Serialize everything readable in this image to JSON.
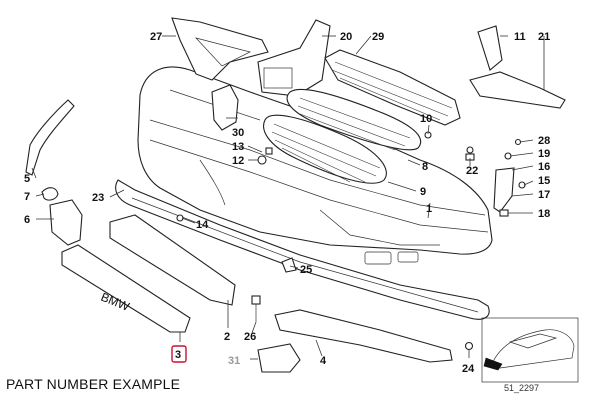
{
  "caption": "PART NUMBER EXAMPLE",
  "reference_code": "51_2297",
  "brand_mark": "BMW",
  "highlight_color": "#c8102e",
  "callouts": {
    "c1": "1",
    "c2": "2",
    "c3": "3",
    "c4": "4",
    "c5": "5",
    "c6": "6",
    "c7": "7",
    "c8": "8",
    "c9": "9",
    "c10": "10",
    "c11": "11",
    "c12": "12",
    "c13": "13",
    "c14": "14",
    "c15": "15",
    "c16": "16",
    "c17": "17",
    "c18": "18",
    "c19": "19",
    "c20": "20",
    "c21": "21",
    "c22": "22",
    "c23": "23",
    "c24": "24",
    "c25": "25",
    "c26": "26",
    "c27": "27",
    "c28": "28",
    "c29": "29",
    "c30": "30",
    "c31": "31"
  },
  "highlighted_callout": "3"
}
